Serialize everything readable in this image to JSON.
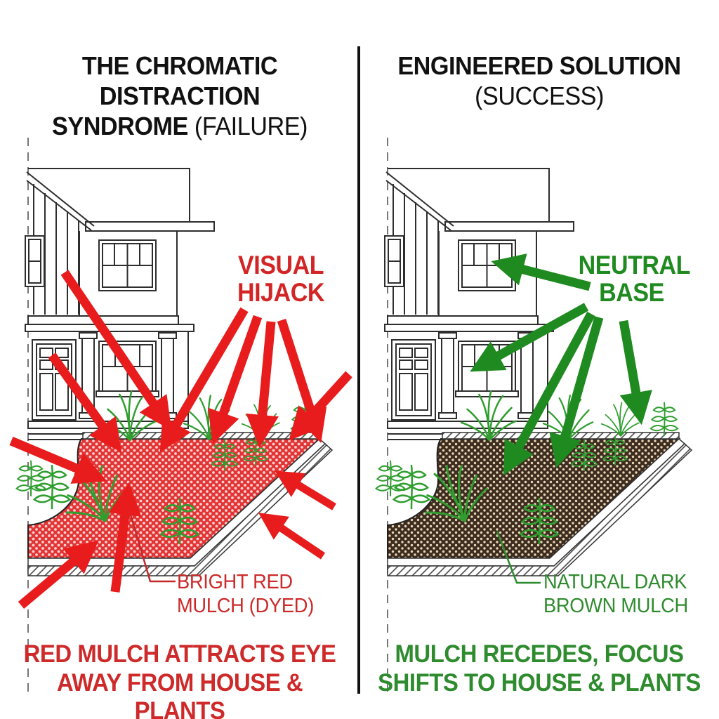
{
  "panels": {
    "left": {
      "title_line1": "THE CHROMATIC DISTRACTION",
      "title_line2_strong": "SYNDROME",
      "title_line2_light": "(FAILURE)",
      "annotation_line1": "VISUAL",
      "annotation_line2": "HIJACK",
      "callout_line1": "BRIGHT RED",
      "callout_line2": "MULCH (DYED)",
      "caption_line1": "RED MULCH ATTRACTS EYE",
      "caption_line2": "AWAY FROM HOUSE & PLANTS",
      "accent_color": "#D32525",
      "arrow_color": "#E81C1C",
      "mulch_color": "#E23434"
    },
    "right": {
      "title_line1": "ENGINEERED SOLUTION",
      "title_line2_strong": "",
      "title_line2_light": "(SUCCESS)",
      "annotation_line1": "NEUTRAL",
      "annotation_line2": "BASE",
      "callout_line1": "NATURAL DARK",
      "callout_line2": "BROWN MULCH",
      "caption_line1": "MULCH RECEDES, FOCUS",
      "caption_line2": "SHIFTS TO HOUSE & PLANTS",
      "accent_color": "#1F8A1F",
      "arrow_color": "#1F8A1F",
      "mulch_color": "#3D2C1F"
    },
    "divider_color": "#111111",
    "plant_color": "#2F9E2F",
    "line_art_color": "#2E2E2E"
  }
}
